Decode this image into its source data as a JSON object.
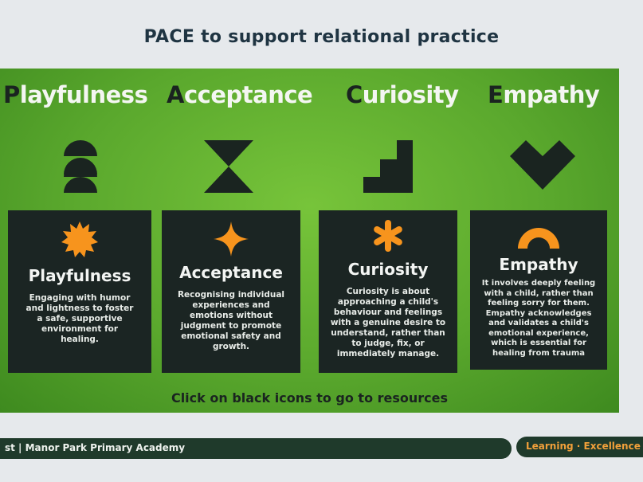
{
  "page": {
    "title": "PACE to support relational practice"
  },
  "pillars": [
    {
      "heading_initial": "P",
      "heading_rest": "layfulness",
      "card_title": "Playfulness",
      "card_text": "Engaging with humor and lightness to foster a safe, supportive environment for healing.",
      "icon": "stacked-semicircles-icon"
    },
    {
      "heading_initial": "A",
      "heading_rest": "cceptance",
      "card_title": "Acceptance",
      "card_text": "Recognising individual experiences and emotions without judgment to promote emotional safety and growth.",
      "icon": "hourglass-icon"
    },
    {
      "heading_initial": "C",
      "heading_rest": "uriosity",
      "card_title": "Curiosity",
      "card_text": "Curiosity is about approaching a child's behaviour and feelings with a genuine desire to understand, rather than to judge, fix, or immediately manage.",
      "icon": "stairs-icon"
    },
    {
      "heading_initial": "E",
      "heading_rest": "mpathy",
      "card_title": "Empathy",
      "card_text": "It involves deeply feeling with a child, rather than feeling sorry for them. Empathy acknowledges and validates a child's emotional experience, which is essential for healing from trauma",
      "icon": "heart-icon"
    }
  ],
  "footer_note": "Click on black icons to go to resources",
  "bottom_bar": {
    "text": "st  |  Manor Park Primary Academy"
  },
  "values_pill": {
    "text": "Learning · Excellence · C"
  },
  "colors": {
    "slide_green": "#5aa82d",
    "card_dark": "#1b2523",
    "accent_orange": "#f7941d"
  }
}
